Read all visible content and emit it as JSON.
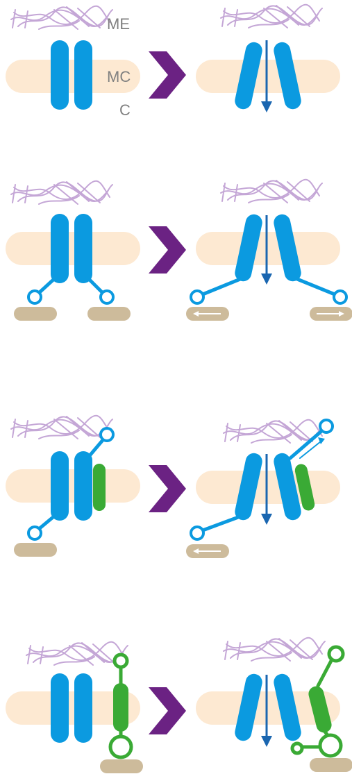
{
  "labels": {
    "matrix_label": "ME",
    "membrane_label": "MC",
    "cytoplasm_label": "C"
  },
  "colors": {
    "channel": "#0b9ae0",
    "tether_protein": "#3aaa35",
    "membrane": "#fde9d2",
    "anchor": "#cdbb9b",
    "matrix_fibers": "#c4a6d6",
    "arrow_chevron": "#6b2283",
    "flux_arrow": "#1a66b0"
  },
  "rows": [
    {
      "mechanism": "force-from-lipid",
      "panels": [
        "closed",
        "open"
      ]
    },
    {
      "mechanism": "intracellular-tether",
      "panels": [
        "closed",
        "open"
      ]
    },
    {
      "mechanism": "extra-and-intracellular-tether",
      "panels": [
        "closed",
        "open"
      ]
    },
    {
      "mechanism": "accessory-protein-tether",
      "panels": [
        "closed",
        "open"
      ]
    }
  ]
}
